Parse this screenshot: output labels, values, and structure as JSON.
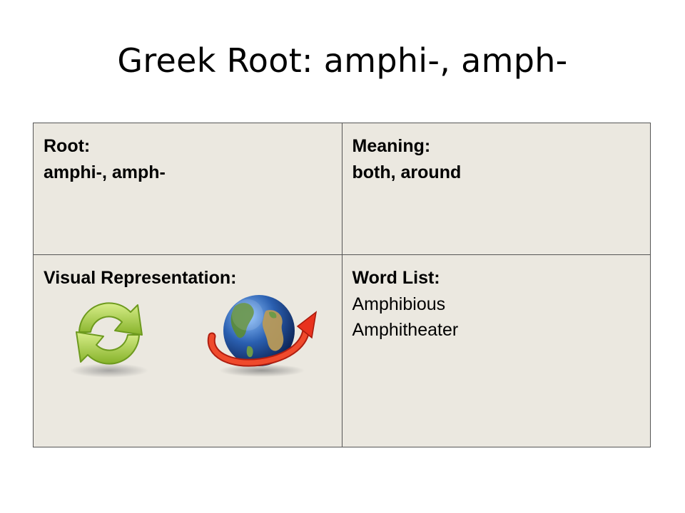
{
  "title": "Greek Root: amphi-, amph-",
  "cells": {
    "root": {
      "label": "Root:",
      "value": "amphi-, amph-"
    },
    "meaning": {
      "label": "Meaning:",
      "value": "both, around"
    },
    "visual": {
      "label": "Visual Representation:",
      "icons": [
        "circular-arrows-icon",
        "globe-with-arrow-icon"
      ]
    },
    "words": {
      "label": "Word List:",
      "items": [
        "Amphibious",
        "Amphitheater"
      ]
    }
  },
  "colors": {
    "table_bg": "#ebe8e0",
    "border": "#555555",
    "arrow_green": "#9cc43a",
    "arrow_red": "#e8321e",
    "globe_blue": "#2a5fb0"
  }
}
